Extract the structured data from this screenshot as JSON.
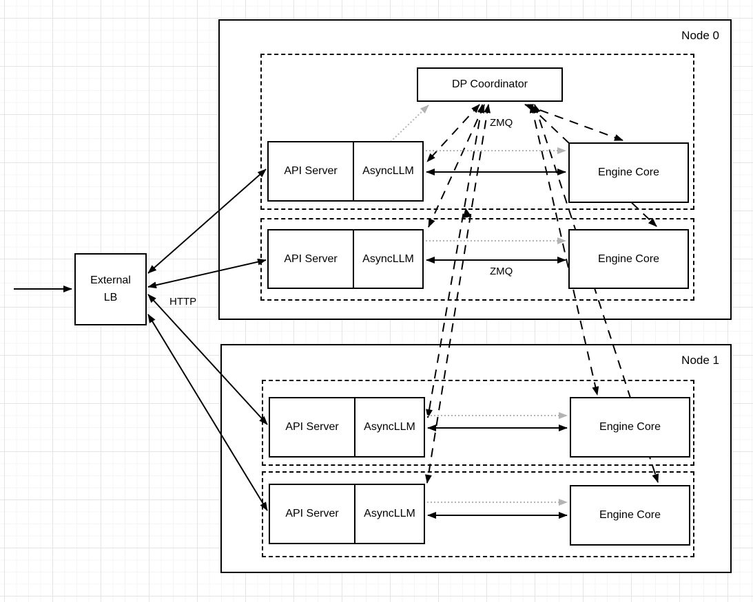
{
  "coordinator": {
    "label": "DP Coordinator"
  },
  "external_lb": {
    "line1": "External",
    "line2": "LB"
  },
  "edge_labels": {
    "http": "HTTP",
    "zmq_coordinator": "ZMQ",
    "zmq_row": "ZMQ"
  },
  "nodes": [
    {
      "label": "Node 0",
      "rows": [
        {
          "api_server": "API Server",
          "async_llm": "AsyncLLM",
          "engine_core": "Engine Core"
        },
        {
          "api_server": "API Server",
          "async_llm": "AsyncLLM",
          "engine_core": "Engine Core"
        }
      ]
    },
    {
      "label": "Node 1",
      "rows": [
        {
          "api_server": "API Server",
          "async_llm": "AsyncLLM",
          "engine_core": "Engine Core"
        },
        {
          "api_server": "API Server",
          "async_llm": "AsyncLLM",
          "engine_core": "Engine Core"
        }
      ]
    }
  ],
  "colors": {
    "stroke": "#000000",
    "gray_arrow": "#b3b3b3",
    "shape_fill": "#ffffff",
    "grid_minor": "#f4f4f4",
    "grid_major": "#e4e4e4"
  }
}
